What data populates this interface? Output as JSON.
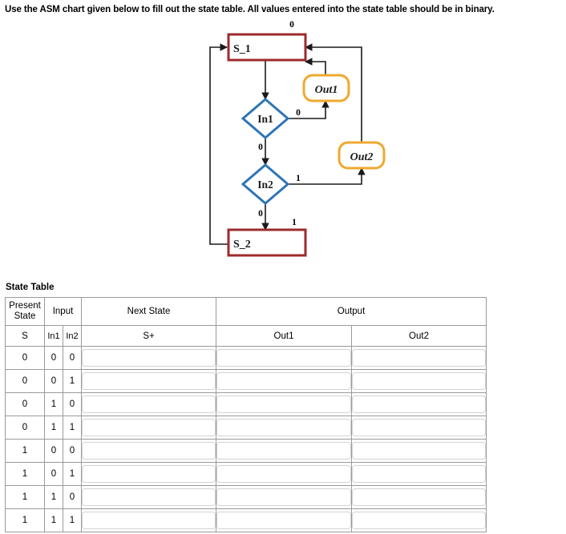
{
  "prompt": "Use the ASM chart given below to fill out the state table. All values entered into the state table should be in binary.",
  "colors": {
    "state_box_border": "#9E2A2B",
    "decision_border": "#2E75B6",
    "output_border": "#F0A830",
    "wire": "#1a1a1a",
    "table_border": "#9a9a9a",
    "input_border": "#d3d3d3"
  },
  "asm_chart": {
    "state_boxes": [
      {
        "name": "state-box-s1",
        "label": "S_1"
      },
      {
        "name": "state-box-s2",
        "label": "S_2"
      }
    ],
    "decisions": [
      {
        "name": "decision-in1",
        "label": "In1"
      },
      {
        "name": "decision-in2",
        "label": "In2"
      }
    ],
    "outputs": [
      {
        "name": "output-bubble-out1",
        "label": "Out1"
      },
      {
        "name": "output-bubble-out2",
        "label": "Out2"
      }
    ],
    "edge_labels": {
      "top_return": "0",
      "in1_right": "0",
      "in1_down": "0",
      "in2_right": "1",
      "in2_down": "0",
      "s2_right": "1"
    }
  },
  "state_table": {
    "heading": "State Table",
    "group_headers": [
      {
        "label": "Present State",
        "name": "header-present-state"
      },
      {
        "label": "Input",
        "name": "header-input"
      },
      {
        "label": "Next  State",
        "name": "header-next-state"
      },
      {
        "label": "Output",
        "name": "header-output"
      }
    ],
    "sub_headers": [
      {
        "label": "S",
        "name": "subheader-s"
      },
      {
        "label": "In1",
        "name": "subheader-in1"
      },
      {
        "label": "In2",
        "name": "subheader-in2"
      },
      {
        "label": "S+",
        "name": "subheader-splus"
      },
      {
        "label": "Out1",
        "name": "subheader-out1"
      },
      {
        "label": "Out2",
        "name": "subheader-out2"
      }
    ],
    "rows": [
      {
        "s": "0",
        "in1": "0",
        "in2": "0",
        "next": "",
        "out1": "",
        "out2": ""
      },
      {
        "s": "0",
        "in1": "0",
        "in2": "1",
        "next": "",
        "out1": "",
        "out2": ""
      },
      {
        "s": "0",
        "in1": "1",
        "in2": "0",
        "next": "",
        "out1": "",
        "out2": ""
      },
      {
        "s": "0",
        "in1": "1",
        "in2": "1",
        "next": "",
        "out1": "",
        "out2": ""
      },
      {
        "s": "1",
        "in1": "0",
        "in2": "0",
        "next": "",
        "out1": "",
        "out2": ""
      },
      {
        "s": "1",
        "in1": "0",
        "in2": "1",
        "next": "",
        "out1": "",
        "out2": ""
      },
      {
        "s": "1",
        "in1": "1",
        "in2": "0",
        "next": "",
        "out1": "",
        "out2": ""
      },
      {
        "s": "1",
        "in1": "1",
        "in2": "1",
        "next": "",
        "out1": "",
        "out2": ""
      }
    ]
  }
}
